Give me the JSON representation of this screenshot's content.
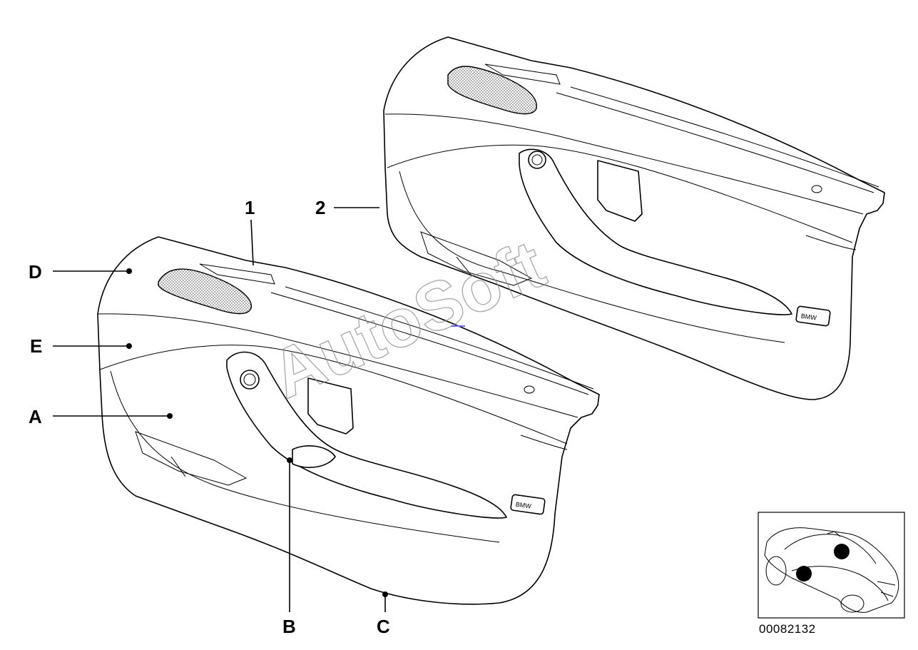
{
  "callouts": {
    "c1": "1",
    "c2": "2",
    "cD": "D",
    "cE": "E",
    "cA": "A",
    "cB": "B",
    "cC": "C"
  },
  "watermark": "AutoSoft",
  "badge_text": "BMW",
  "reference_number": "00082132"
}
